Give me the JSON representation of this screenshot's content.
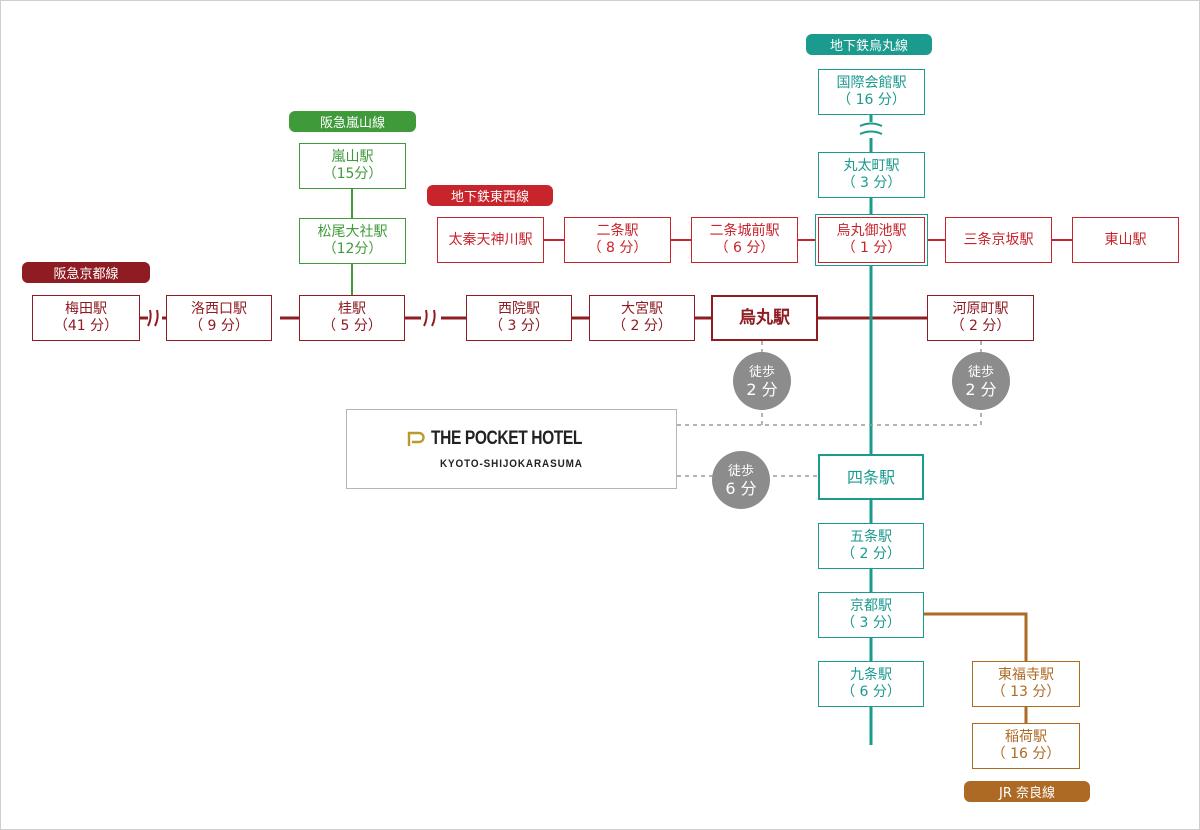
{
  "lines": {
    "hankyu_kyoto": {
      "name": "阪急京都線",
      "color": "#8e1c22"
    },
    "hankyu_arashiyama": {
      "name": "阪急嵐山線",
      "color": "#3f9b3a"
    },
    "subway_tozai": {
      "name": "地下鉄東西線",
      "color": "#c8242c"
    },
    "subway_karasuma": {
      "name": "地下鉄烏丸線",
      "color": "#1b9a8e"
    },
    "jr_nara": {
      "name": "JR 奈良線",
      "color": "#ad6a25"
    }
  },
  "stations": {
    "umeda": {
      "name": "梅田駅",
      "time": "（41 分）"
    },
    "rakusaiguchi": {
      "name": "洛西口駅",
      "time": "（ 9 分）"
    },
    "katsura": {
      "name": "桂駅",
      "time": "（ 5 分）"
    },
    "saiin": {
      "name": "西院駅",
      "time": "（ 3 分）"
    },
    "omiya": {
      "name": "大宮駅",
      "time": "（ 2 分）"
    },
    "karasuma": {
      "name": "烏丸駅"
    },
    "kawaramachi": {
      "name": "河原町駅",
      "time": "（ 2 分）"
    },
    "arashiyama": {
      "name": "嵐山駅",
      "time": "（15分）"
    },
    "matsuo_taisha": {
      "name": "松尾大社駅",
      "time": "（12分）"
    },
    "uzumasa_tenjingawa": {
      "name": "太秦天神川駅"
    },
    "nijo": {
      "name": "二条駅",
      "time": "（ 8 分）"
    },
    "nijojo_mae": {
      "name": "二条城前駅",
      "time": "（ 6 分）"
    },
    "karasuma_oike": {
      "name": "烏丸御池駅",
      "time": "（ 1 分）"
    },
    "sanjo_keihan": {
      "name": "三条京坂駅"
    },
    "higashiyama": {
      "name": "東山駅"
    },
    "kokusaikaikan": {
      "name": "国際会館駅",
      "time": "（ 16 分）"
    },
    "marutamachi": {
      "name": "丸太町駅",
      "time": "（ 3 分）"
    },
    "shijo": {
      "name": "四条駅"
    },
    "gojo": {
      "name": "五条駅",
      "time": "（ 2 分）"
    },
    "kyoto": {
      "name": "京都駅",
      "time": "（ 3 分）"
    },
    "kujo": {
      "name": "九条駅",
      "time": "（ 6 分）"
    },
    "tofukuji": {
      "name": "東福寺駅",
      "time": "（ 13 分）"
    },
    "inari": {
      "name": "稲荷駅",
      "time": "（ 16 分）"
    }
  },
  "walks": {
    "karasuma": {
      "label": "徒歩",
      "time": "2 分"
    },
    "kawaramachi": {
      "label": "徒歩",
      "time": "2 分"
    },
    "shijo": {
      "label": "徒歩",
      "time": "6 分"
    }
  },
  "hotel": {
    "name": "THE POCKET HOTEL",
    "subtitle": "KYOTO-SHIJOKARASUMA",
    "logo_color": "#b89a2e"
  }
}
